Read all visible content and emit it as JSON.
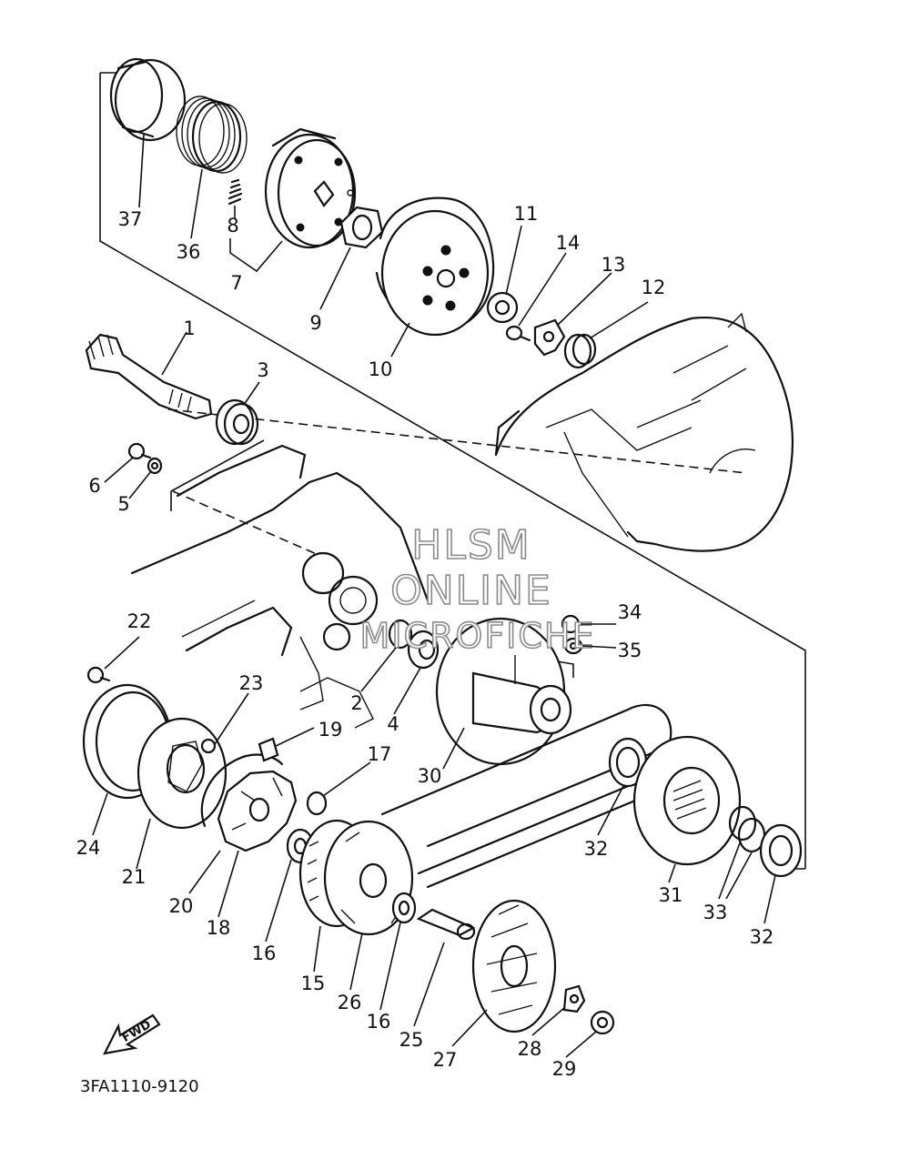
{
  "watermark": {
    "line1": "HLSM",
    "line2": "ONLINE",
    "line3": "MICROFICHE"
  },
  "diagram_code": "3FA1110-9120",
  "fwd_label": "FWD",
  "callouts": {
    "c1": "1",
    "c2": "2",
    "c3": "3",
    "c4": "4",
    "c5": "5",
    "c6": "6",
    "c7": "7",
    "c8": "8",
    "c9": "9",
    "c10": "10",
    "c11": "11",
    "c12": "12",
    "c13": "13",
    "c14": "14",
    "c15": "15",
    "c16a": "16",
    "c16b": "16",
    "c17": "17",
    "c18": "18",
    "c19": "19",
    "c20": "20",
    "c21": "21",
    "c22": "22",
    "c23": "23",
    "c24": "24",
    "c25": "25",
    "c26": "26",
    "c27": "27",
    "c28": "28",
    "c29": "29",
    "c30": "30",
    "c31": "31",
    "c32a": "32",
    "c32b": "32",
    "c33": "33",
    "c34": "34",
    "c35": "35",
    "c36": "36",
    "c37": "37"
  }
}
